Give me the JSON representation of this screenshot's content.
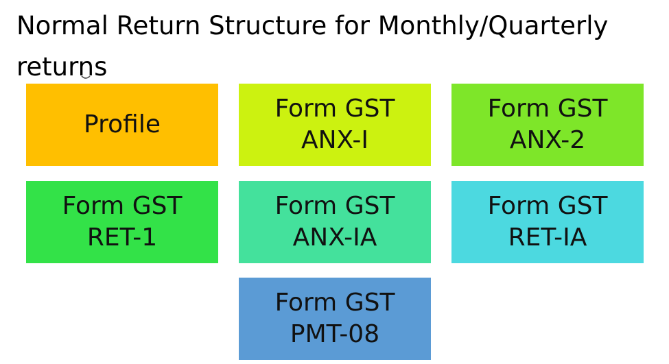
{
  "title": "Normal Return Structure for Monthly/Quarterly returns",
  "boxes": [
    {
      "label": "Profile",
      "color": "#FFBF00"
    },
    {
      "label": "Form GST\nANX-I",
      "color": "#CCF210"
    },
    {
      "label": "Form GST\nANX-2",
      "color": "#7EE629"
    },
    {
      "label": "Form GST\nRET-1",
      "color": "#33E248"
    },
    {
      "label": "Form GST\nANX-IA",
      "color": "#44E19C"
    },
    {
      "label": "Form GST\nRET-IA",
      "color": "#4CD9E0"
    },
    {
      "label": "Form GST\nPMT-08",
      "color": "#5B9BD5"
    }
  ]
}
